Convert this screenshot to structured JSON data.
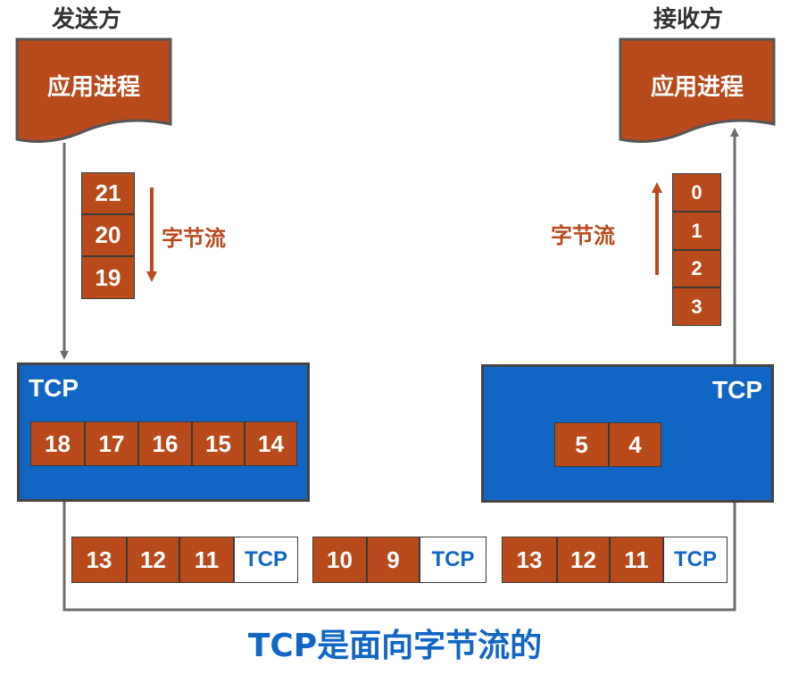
{
  "sender": {
    "title": "发送方",
    "app_process": "应用进程",
    "stream_label": "字节流",
    "stream_bytes": [
      "21",
      "20",
      "19"
    ],
    "tcp_label": "TCP",
    "tcp_buffer": [
      "18",
      "17",
      "16",
      "15",
      "14"
    ]
  },
  "receiver": {
    "title": "接收方",
    "app_process": "应用进程",
    "stream_label": "字节流",
    "stream_bytes": [
      "0",
      "1",
      "2",
      "3"
    ],
    "tcp_label": "TCP",
    "tcp_buffer": [
      "5",
      "4"
    ]
  },
  "segments": [
    {
      "bytes": [
        "13",
        "12",
        "11"
      ],
      "header": "TCP"
    },
    {
      "bytes": [
        "10",
        "9"
      ],
      "header": "TCP"
    },
    {
      "bytes": [
        "13",
        "12",
        "11"
      ],
      "header": "TCP"
    }
  ],
  "footer": "TCP是面向字节流的",
  "colors": {
    "byte_fill": "#b84a1c",
    "tcp_blue": "#1166c4",
    "line_gray": "#6d6d6d",
    "title_dark": "#333333"
  }
}
